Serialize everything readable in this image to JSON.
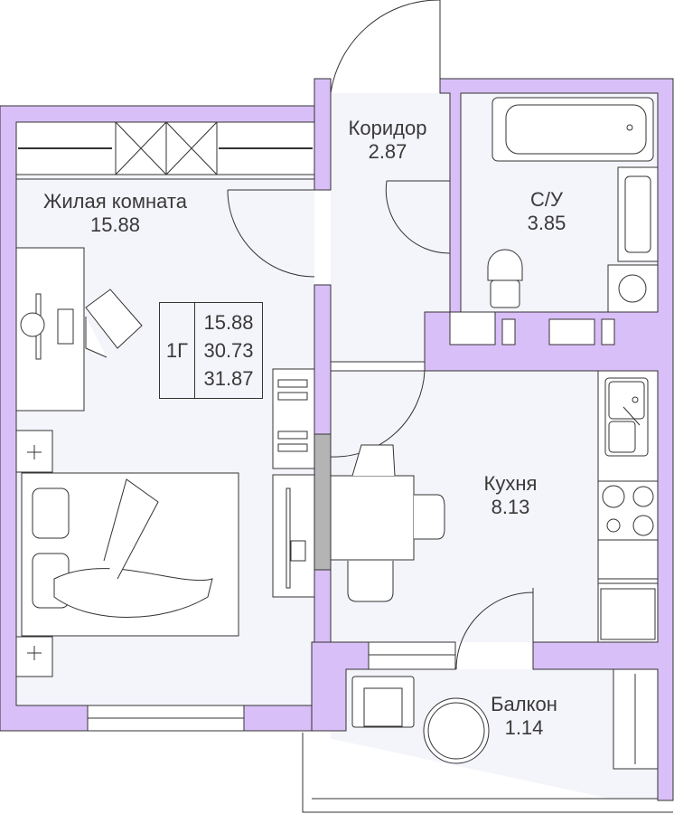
{
  "colors": {
    "wall": "#d9bff7",
    "floor": "#f4f4fb",
    "line": "#333333",
    "column": "#b4b4b4"
  },
  "rooms": {
    "living": {
      "name": "Жилая комната",
      "area": "15.88"
    },
    "corridor": {
      "name": "Коридор",
      "area": "2.87"
    },
    "bathroom": {
      "name": "С/У",
      "area": "3.85"
    },
    "kitchen": {
      "name": "Кухня",
      "area": "8.13"
    },
    "balcony": {
      "name": "Балкон",
      "area": "1.14"
    }
  },
  "summary": {
    "type": "1Г",
    "living_area": "15.88",
    "total_area": "30.73",
    "total_with_balcony": "31.87"
  }
}
